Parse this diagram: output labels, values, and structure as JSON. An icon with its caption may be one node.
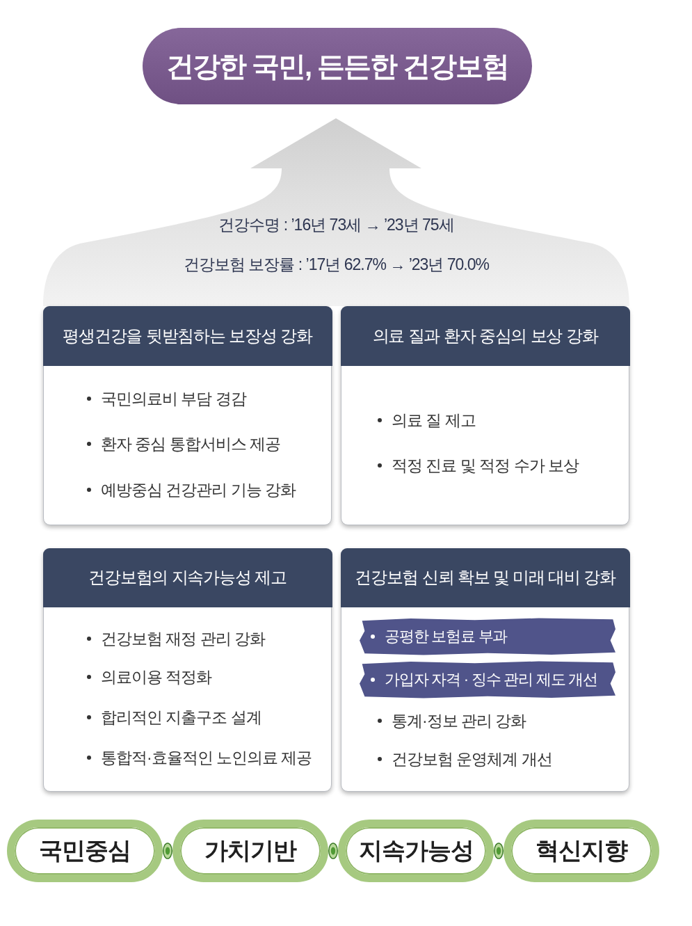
{
  "diagram": {
    "nodes": [
      {
        "text": [
          "건강한 국민, 든든한 건강보험"
        ]
      },
      {
        "text": [
          "건강수명 : ’16년 73세 → ’23년 75세",
          "건강보험 보장률 : ’17년 62.7% → ’23년 70.0%"
        ]
      },
      {
        "text": [
          "평생건강을 뒷받침하는 보장성 강화",
          "국민의료비 부담 경감",
          "환자 중심 통합서비스 제공",
          "예방중심 건강관리 기능 강화"
        ]
      },
      {
        "text": [
          "의료 질과 환자 중심의 보상 강화",
          "의료 질 제고",
          "적정 진료 및 적정 수가 보상"
        ]
      },
      {
        "text": [
          "건강보험의 지속가능성 제고",
          "건강보험 재정 관리 강화",
          "의료이용 적정화",
          "합리적인 지출구조 설계",
          "통합적·효율적인 노인의료 제공"
        ]
      },
      {
        "text": [
          "건강보험 신뢰 확보 및 미래 대비 강화",
          "통계·정보 관리 강화",
          "건강보험 운영체계 개선"
        ]
      },
      {
        "text": [
          "공평한 보험료 부과"
        ],
        "in": 5
      },
      {
        "text": [
          "가입자 자격 · 징수 관리 제도 개선"
        ],
        "in": 5
      },
      {
        "text": [
          "국민중심"
        ]
      },
      {
        "text": [
          "가치기반"
        ]
      },
      {
        "text": [
          "지속가능성"
        ]
      },
      {
        "text": [
          "혁신지향"
        ]
      }
    ]
  }
}
